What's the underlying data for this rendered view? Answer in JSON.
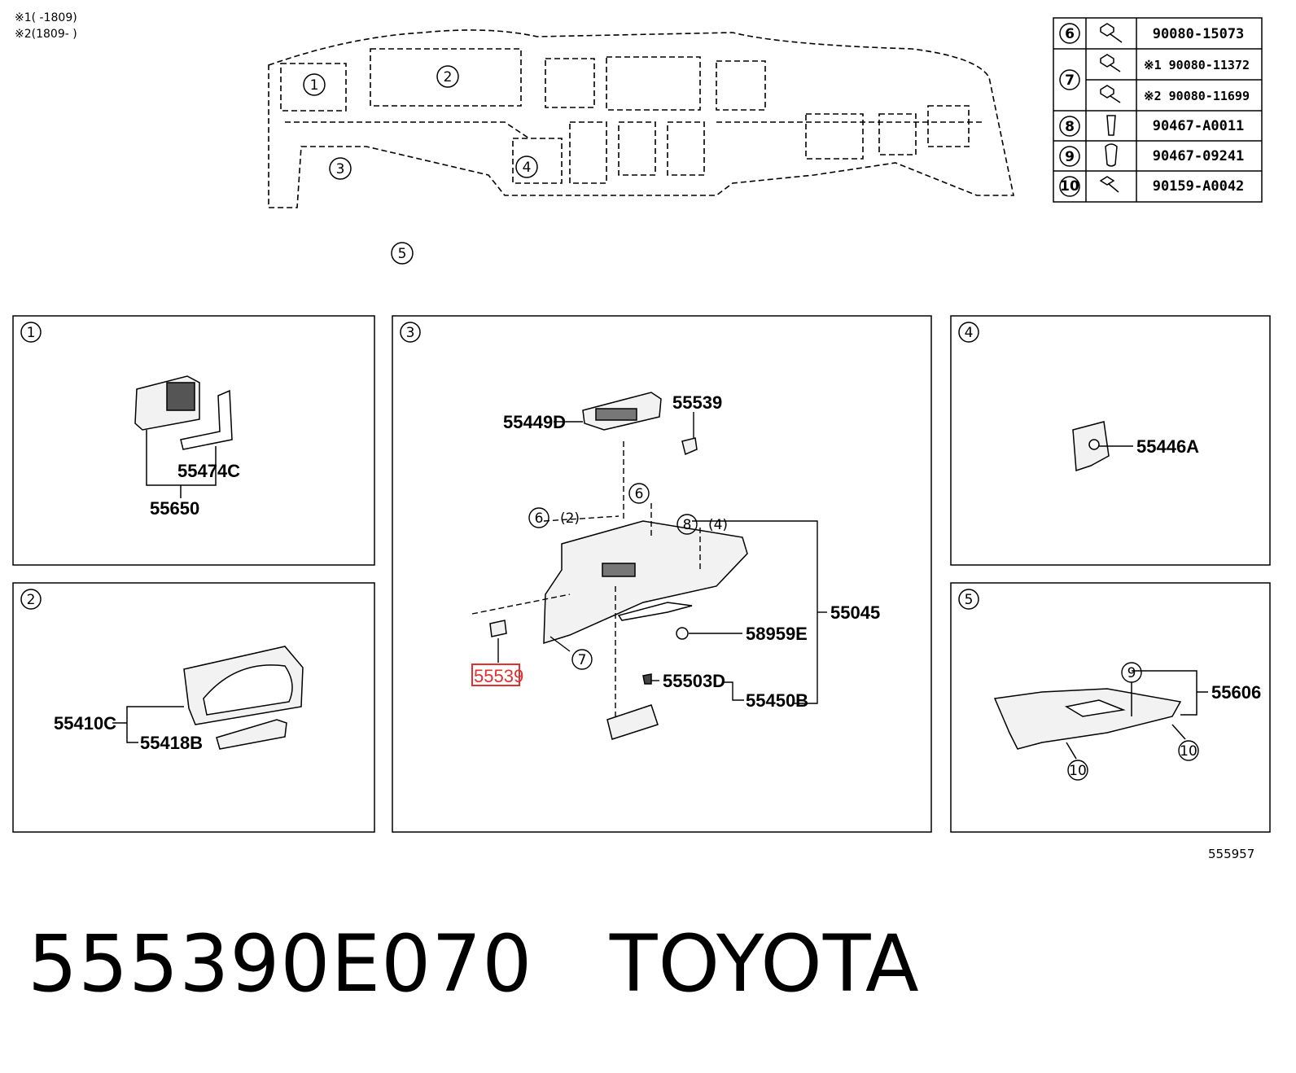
{
  "notes": {
    "note1": "※1(      -1809)",
    "note2": "※2(1809-      )"
  },
  "overview": {
    "callouts": [
      "1",
      "2",
      "3",
      "4",
      "5"
    ]
  },
  "fastener_table": {
    "rows": [
      {
        "ref": "6",
        "icon": "bolt-icon",
        "part": "90080-15073"
      },
      {
        "ref": "7",
        "icon": "bolt-icon",
        "part": "※1 90080-11372"
      },
      {
        "ref": "",
        "icon": "bolt-icon",
        "part": "※2 90080-11699"
      },
      {
        "ref": "8",
        "icon": "clip-icon",
        "part": "90467-A0011"
      },
      {
        "ref": "9",
        "icon": "clip-icon",
        "part": "90467-09241"
      },
      {
        "ref": "10",
        "icon": "screw-icon",
        "part": "90159-A0042"
      }
    ]
  },
  "panels": {
    "p1": {
      "num": "1",
      "labels": [
        "55474C",
        "55650"
      ]
    },
    "p2": {
      "num": "2",
      "labels": [
        "55410C",
        "55418B"
      ]
    },
    "p3": {
      "num": "3",
      "labels": [
        "55449D",
        "55539",
        "55045",
        "58959E",
        "55503D",
        "55450B",
        "55539"
      ],
      "callouts": [
        "6",
        "(2)",
        "6",
        "8",
        "(4)",
        "7"
      ]
    },
    "p4": {
      "num": "4",
      "labels": [
        "55446A"
      ]
    },
    "p5": {
      "num": "5",
      "labels": [
        "55606"
      ],
      "callouts": [
        "9",
        "10",
        "10"
      ]
    }
  },
  "diagram_code": "555957",
  "footer": {
    "part_number": "555390E070",
    "brand": "TOYOTA"
  },
  "highlight_color": "#e03030"
}
